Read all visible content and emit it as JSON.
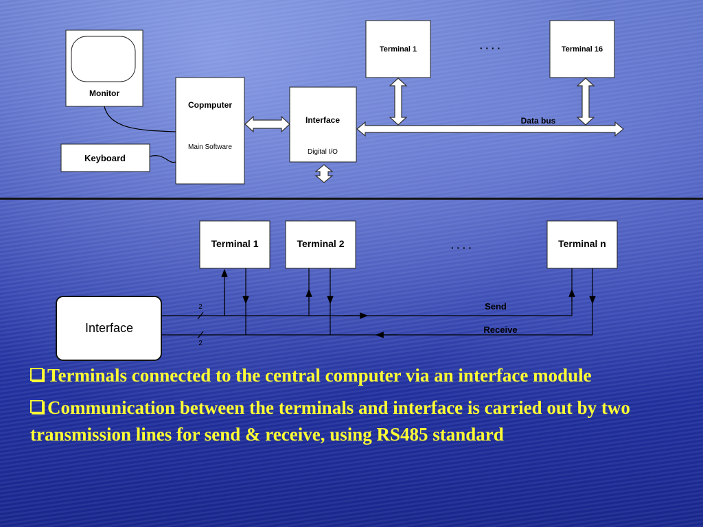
{
  "top_diagram": {
    "monitor_label": "Monitor",
    "keyboard_label": "Keyboard",
    "computer_label": "Copmputer",
    "computer_sub": "Main Software",
    "interface_label": "Interface",
    "interface_sub": "Digital I/O",
    "terminal_first": "Terminal 1",
    "terminal_last": "Terminal 16",
    "ellipsis": "·   ·   ·   ·",
    "data_bus_label": "Data bus"
  },
  "bottom_diagram": {
    "terminal_1": "Terminal 1",
    "terminal_2": "Terminal 2",
    "terminal_n": "Terminal n",
    "ellipsis": "·   ·   ·   ·",
    "interface_label": "Interface",
    "send_label": "Send",
    "receive_label": "Receive",
    "send_wires": "2",
    "receive_wires": "2"
  },
  "bullets": [
    "Terminals connected to the central computer via an interface module",
    "Communication between the terminals and interface is carried out by two transmission lines for send & receive, using RS485 standard"
  ],
  "colors": {
    "bullet_text": "#ffff33",
    "background": "#2f3fae"
  }
}
